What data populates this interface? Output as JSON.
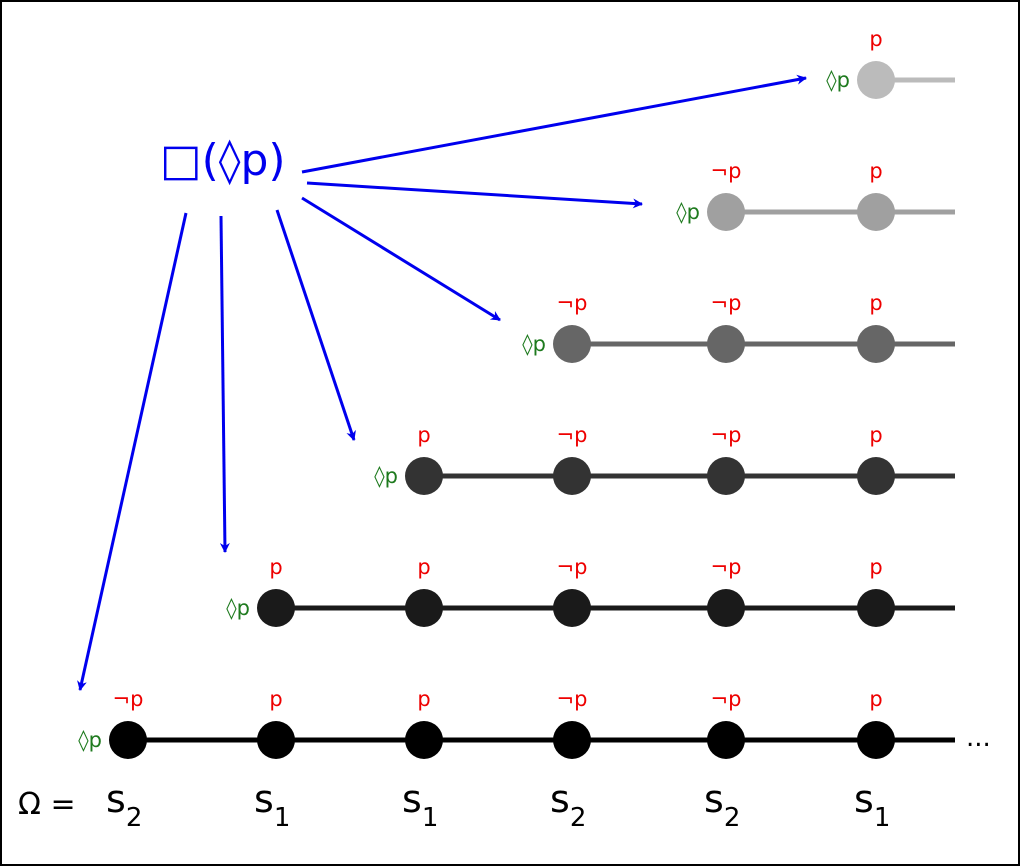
{
  "formula": "□(◊p)",
  "possibility_label": "◊p",
  "omega_label": "Ω =",
  "ellipsis": "...",
  "state_sequence": [
    {
      "base": "s",
      "sub": "2"
    },
    {
      "base": "s",
      "sub": "1"
    },
    {
      "base": "s",
      "sub": "1"
    },
    {
      "base": "s",
      "sub": "2"
    },
    {
      "base": "s",
      "sub": "2"
    },
    {
      "base": "s",
      "sub": "1"
    }
  ],
  "rows": [
    {
      "color": "#bbbbbb",
      "labels": [
        "p"
      ]
    },
    {
      "color": "#a0a0a0",
      "labels": [
        "¬p",
        "p"
      ]
    },
    {
      "color": "#666666",
      "labels": [
        "¬p",
        "¬p",
        "p"
      ]
    },
    {
      "color": "#333333",
      "labels": [
        "p",
        "¬p",
        "¬p",
        "p"
      ]
    },
    {
      "color": "#1a1a1a",
      "labels": [
        "p",
        "p",
        "¬p",
        "¬p",
        "p"
      ]
    },
    {
      "color": "#000000",
      "labels": [
        "¬p",
        "p",
        "p",
        "¬p",
        "¬p",
        "p"
      ]
    }
  ],
  "colors": {
    "arrow": "#0000ee",
    "negation_label": "#ee0000",
    "possibility_label": "#1e7a1e",
    "border": "#000000"
  }
}
